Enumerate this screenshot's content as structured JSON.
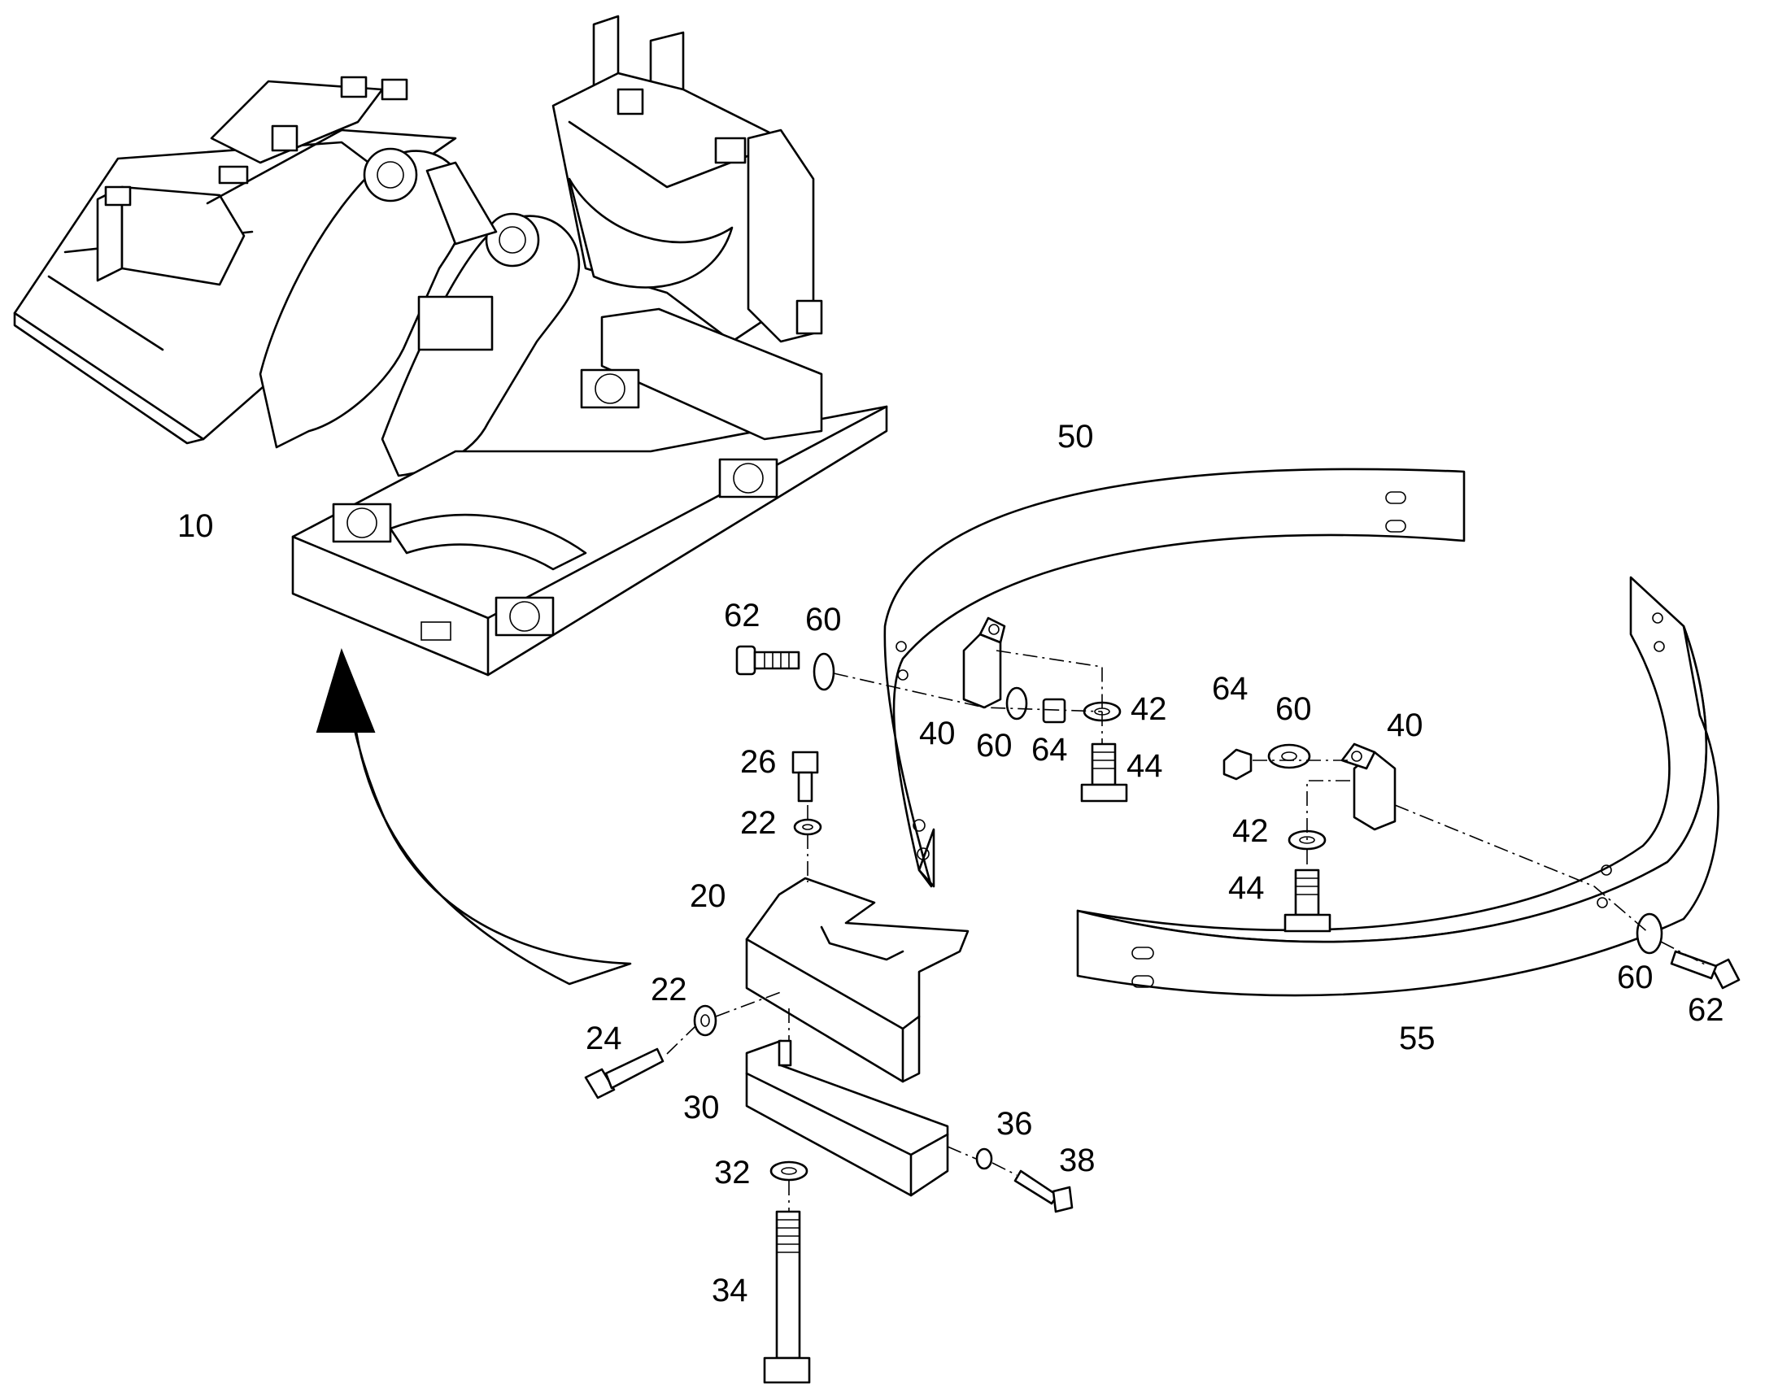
{
  "diagram": {
    "callouts": [
      {
        "id": "c10",
        "text": "10"
      },
      {
        "id": "c50",
        "text": "50"
      },
      {
        "id": "c62a",
        "text": "62"
      },
      {
        "id": "c60a",
        "text": "60"
      },
      {
        "id": "c40a",
        "text": "40"
      },
      {
        "id": "c60b",
        "text": "60"
      },
      {
        "id": "c64a",
        "text": "64"
      },
      {
        "id": "c42a",
        "text": "42"
      },
      {
        "id": "c44a",
        "text": "44"
      },
      {
        "id": "c64b",
        "text": "64"
      },
      {
        "id": "c60c",
        "text": "60"
      },
      {
        "id": "c40b",
        "text": "40"
      },
      {
        "id": "c42b",
        "text": "42"
      },
      {
        "id": "c44b",
        "text": "44"
      },
      {
        "id": "c26",
        "text": "26"
      },
      {
        "id": "c22a",
        "text": "22"
      },
      {
        "id": "c20",
        "text": "20"
      },
      {
        "id": "c22b",
        "text": "22"
      },
      {
        "id": "c24",
        "text": "24"
      },
      {
        "id": "c30",
        "text": "30"
      },
      {
        "id": "c36",
        "text": "36"
      },
      {
        "id": "c38",
        "text": "38"
      },
      {
        "id": "c32",
        "text": "32"
      },
      {
        "id": "c34",
        "text": "34"
      },
      {
        "id": "c60d",
        "text": "60"
      },
      {
        "id": "c62b",
        "text": "62"
      },
      {
        "id": "c55",
        "text": "55"
      }
    ]
  }
}
